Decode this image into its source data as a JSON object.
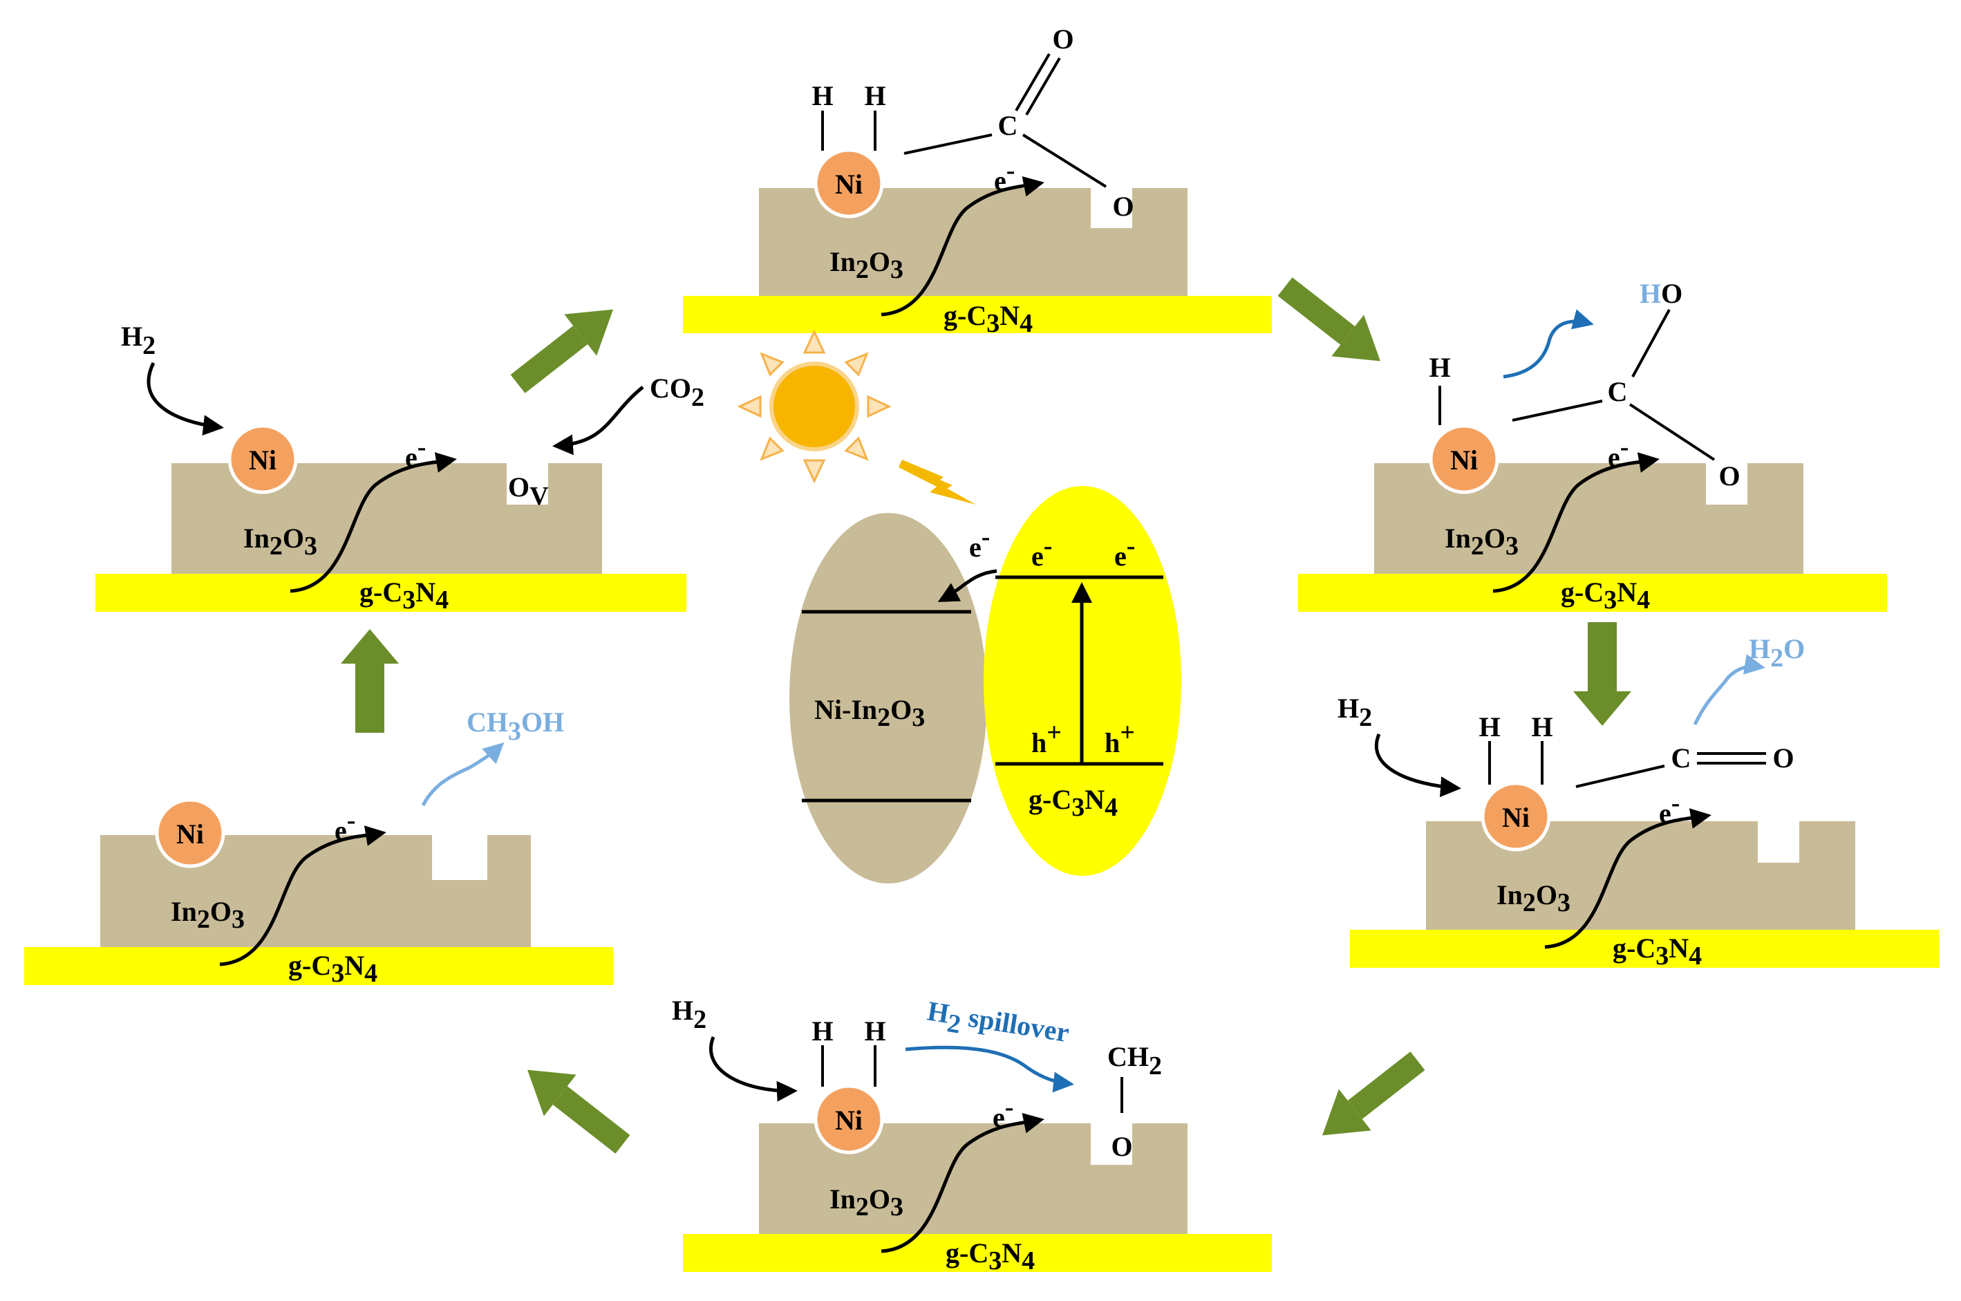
{
  "labels": {
    "ni": "Ni",
    "in2o3": "In",
    "in2o3_sub2": "2",
    "in2o3_o": "O",
    "in2o3_sub3": "3",
    "gc3n4_g": "g-C",
    "gc3n4_sub3": "3",
    "gc3n4_n": "N",
    "gc3n4_sub4": "4",
    "electron": "e",
    "minus": "-",
    "hole": "h",
    "plus": "+",
    "h": "H",
    "o": "O",
    "c": "C",
    "h2": "H",
    "h2_sub": "2",
    "co2": "CO",
    "co2_sub": "2",
    "ov": "O",
    "ov_sub": "V",
    "ho_h": "H",
    "ho_o": "O",
    "h2o_h": "H",
    "h2o_sub": "2",
    "h2o_o": "O",
    "ch3oh_ch": "CH",
    "ch3oh_sub": "3",
    "ch3oh_oh": "OH",
    "ch2": "CH",
    "ch2_sub": "2",
    "spill_h": "H",
    "spill_sub": "2",
    "spill_text": " spillover",
    "ni_in2o3_prefix": "Ni-In",
    "ni_in2o3_sub2": "2",
    "ni_in2o3_o": "O",
    "ni_in2o3_sub3": "3"
  },
  "colors": {
    "substrate": "#c8bb97",
    "support": "#ffff00",
    "ni_particle": "#f4a160",
    "arrow_green": "#6b8e2a",
    "product_blue": "#7aaee0",
    "spillover_blue": "#1e6fb5",
    "sun": "#f7b500",
    "bolt": "#f5b800"
  },
  "icons": [
    "sun-icon",
    "lightning-icon"
  ]
}
